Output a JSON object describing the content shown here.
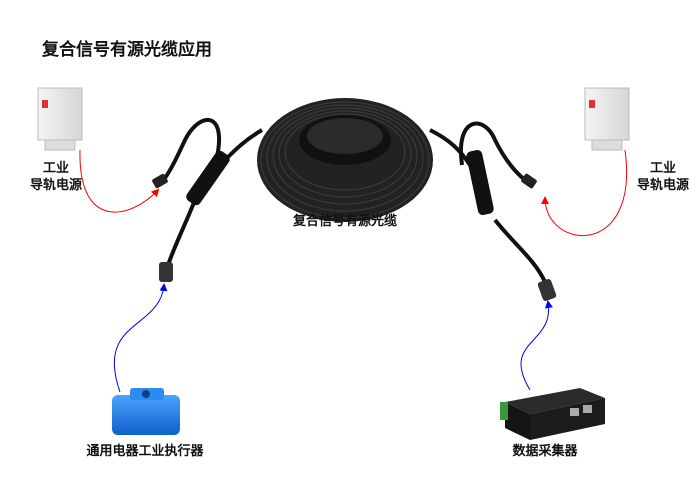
{
  "title": "复合信号有源光缆应用",
  "left_power": {
    "line1": "工业",
    "line2": "导轨电源"
  },
  "right_power": {
    "line1": "工业",
    "line2": "导轨电源"
  },
  "cable_label": "复合信号有源光缆",
  "actuator_label": "通用电器工业执行器",
  "collector_label": "数据采集器",
  "colors": {
    "power_link": "#ff0000",
    "signal_link": "#0000ff",
    "actuator": "#1e7ee8",
    "cable": "#1a1a1a"
  }
}
